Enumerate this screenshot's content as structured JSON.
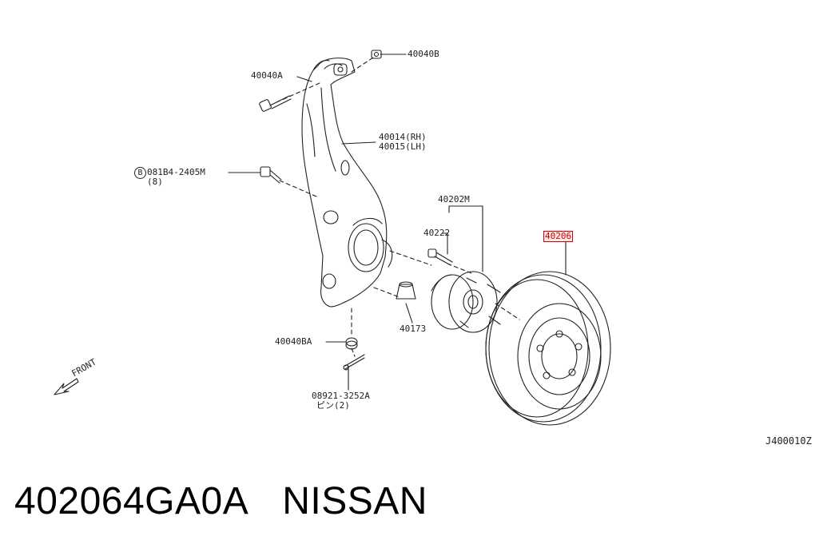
{
  "labels": {
    "p40040B": "40040B",
    "p40040A": "40040A",
    "p40014": "40014(RH)",
    "p40015": "40015(LH)",
    "bolt": "081B4-2405M",
    "bolt_qty": "(8)",
    "bolt_prefix": "B",
    "p40202M": "40202M",
    "p40222": "40222",
    "p40206": "40206",
    "p40173": "40173",
    "p40040BA": "40040BA",
    "pin": "08921-3252A",
    "pin_qty": "ピン(2)",
    "front": "FRONT",
    "drawing_code": "J400010Z"
  },
  "footer": {
    "part_number": "402064GA0A",
    "brand": "NISSAN"
  },
  "colors": {
    "highlight": "#d40000",
    "line": "#222222"
  },
  "highlighted_part": "40206"
}
